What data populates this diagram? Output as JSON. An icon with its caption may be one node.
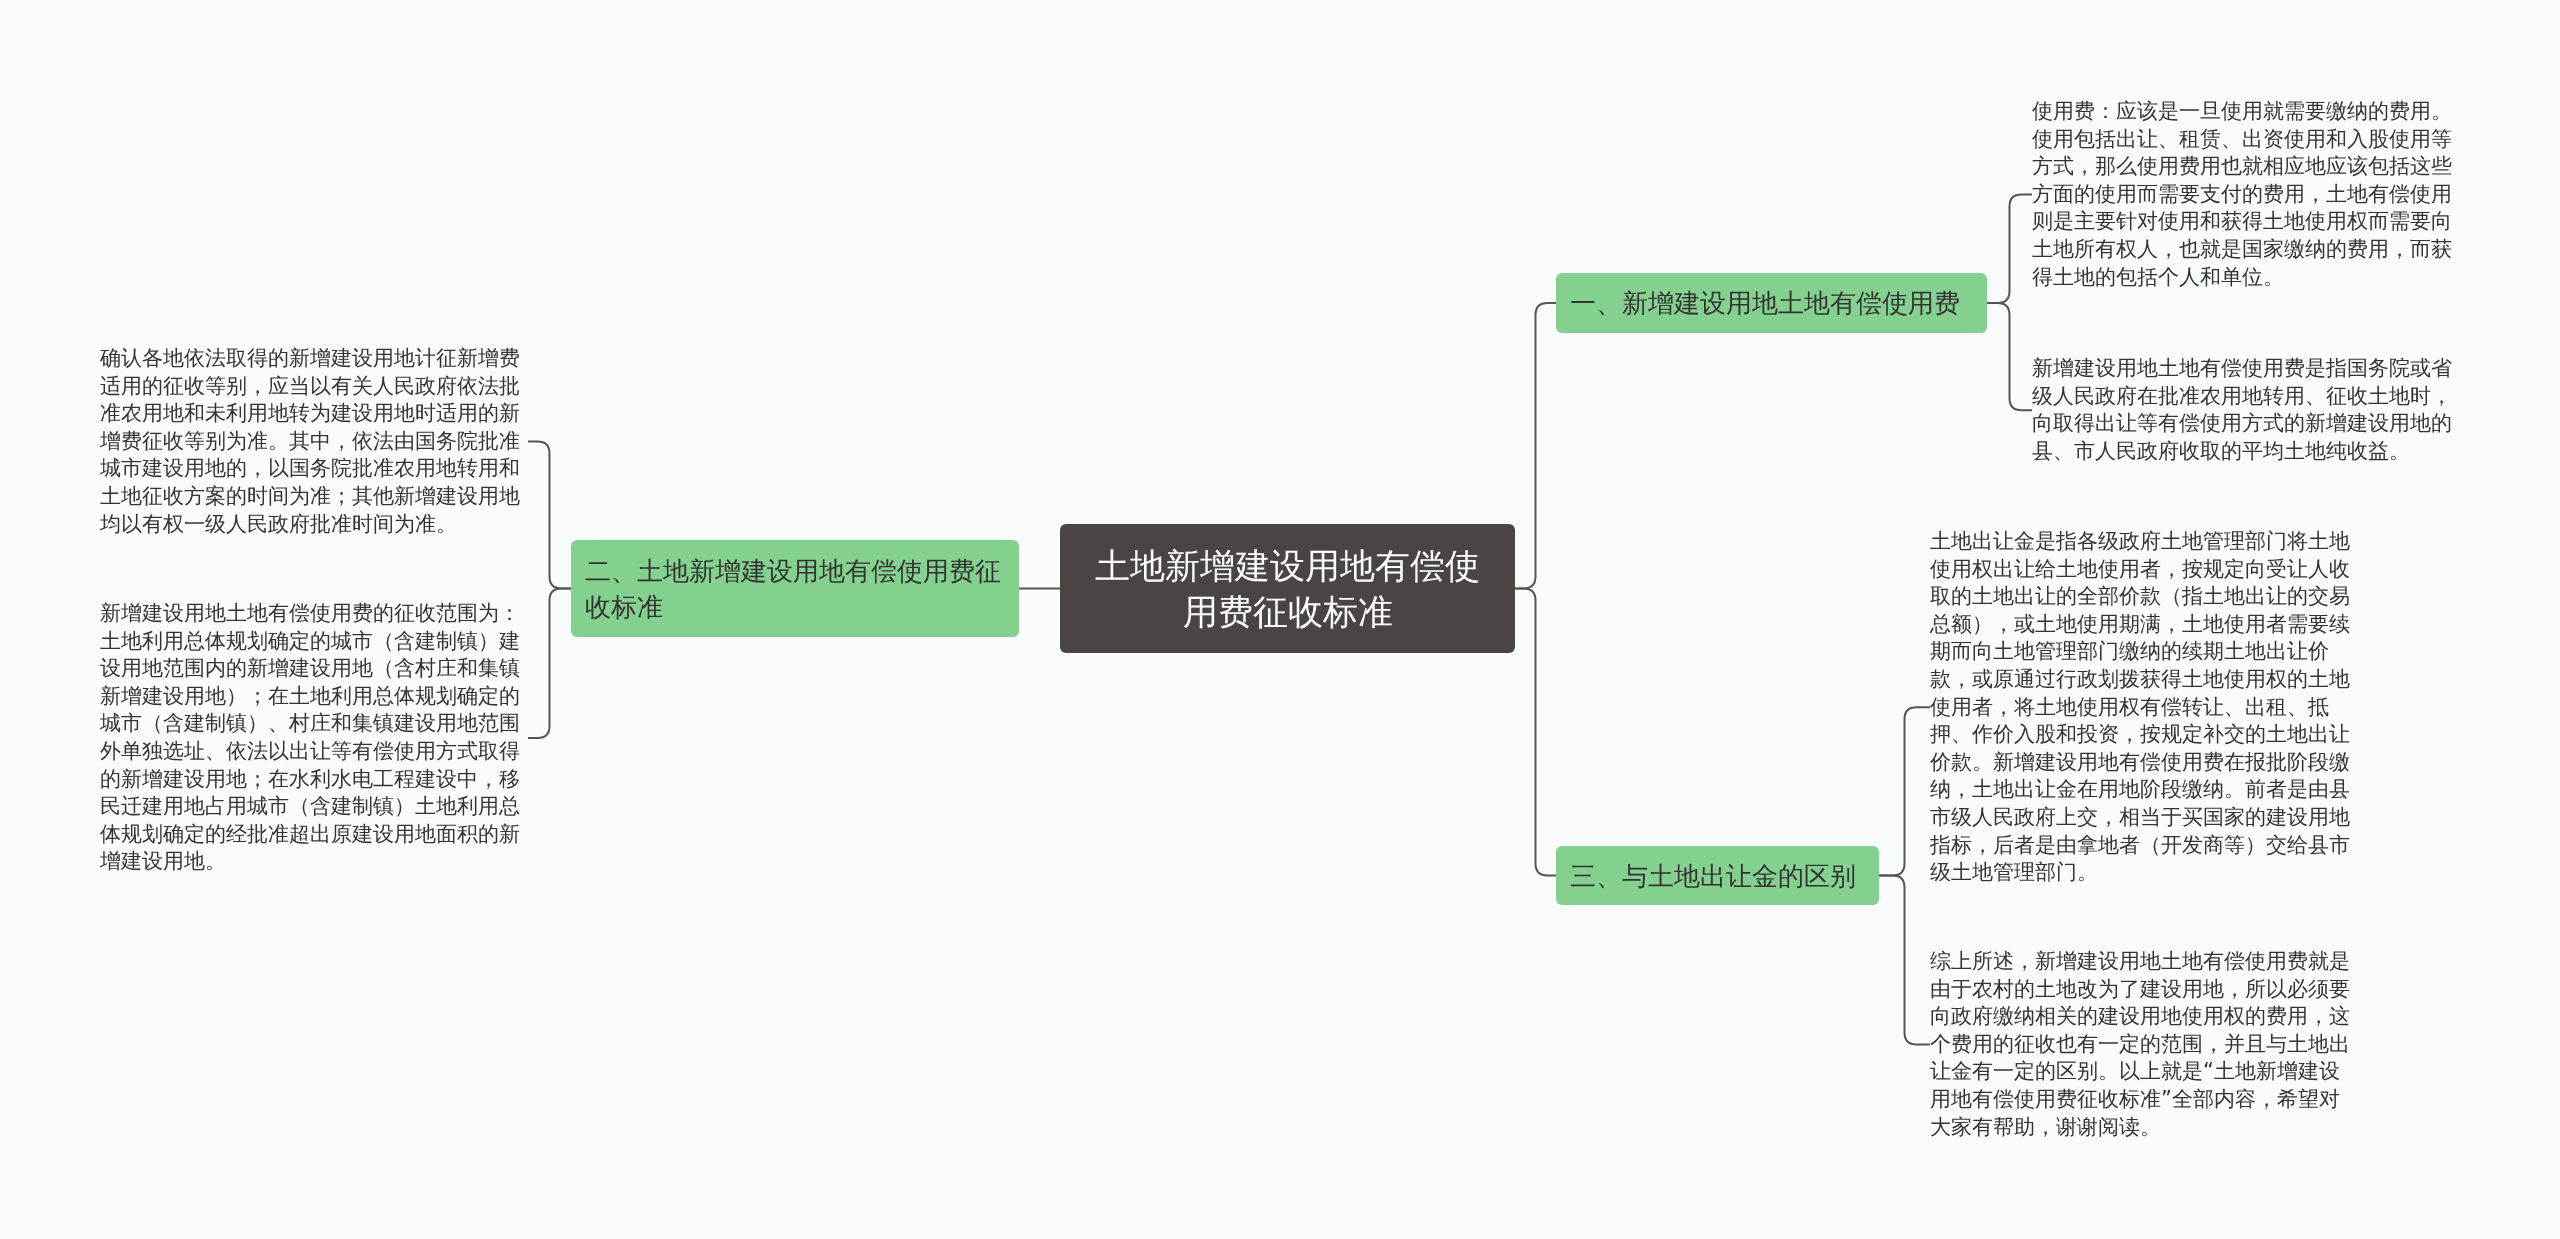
{
  "diagram": {
    "nodes": [
      {
        "text": [
          "土地新增建设用地有偿使用费征收标准"
        ]
      },
      {
        "text": [
          "一、新增建设用地土地有偿使用费"
        ]
      },
      {
        "text": [
          "使用费：应该是一旦使用就需要缴纳的费用。使用包括出让、租赁、出资使用和入股使用等方式，那么使用费用也就相应地应该包括这些方面的使用而需要支付的费用，土地有偿使用则是主要针对使用和获得土地使用权而需要向土地所有权人，也就是国家缴纳的费用，而获得土地的包括个人和单位。"
        ]
      },
      {
        "text": [
          "新增建设用地土地有偿使用费是指国务院或省级人民政府在批准农用地转用、征收土地时，向取得出让等有偿使用方式的新增建设用地的县、市人民政府收取的平均土地纯收益。"
        ]
      },
      {
        "text": [
          "二、土地新增建设用地有偿使用费征收标准"
        ]
      },
      {
        "text": [
          "确认各地依法取得的新增建设用地计征新增费适用的征收等别，应当以有关人民政府依法批准农用地和未利用地转为建设用地时适用的新增费征收等别为准。其中，依法由国务院批准城市建设用地的，以国务院批准农用地转用和土地征收方案的时间为准；其他新增建设用地均以有权一级人民政府批准时间为准。"
        ]
      },
      {
        "text": [
          "新增建设用地土地有偿使用费的征收范围为：土地利用总体规划确定的城市（含建制镇）建设用地范围内的新增建设用地（含村庄和集镇新增建设用地）；在土地利用总体规划确定的城市（含建制镇）、村庄和集镇建设用地范围外单独选址、依法以出让等有偿使用方式取得的新增建设用地；在水利水电工程建设中，移民迁建用地占用城市（含建制镇）土地利用总体规划确定的经批准超出原建设用地面积的新增建设用地。"
        ]
      },
      {
        "text": [
          "三、与土地出让金的区别"
        ]
      },
      {
        "text": [
          "土地出让金是指各级政府土地管理部门将土地使用权出让给土地使用者，按规定向受让人收取的土地出让的全部价款（指土地出让的交易总额），或土地使用期满，土地使用者需要续期而向土地管理部门缴纳的续期土地出让价款，或原通过行政划拨获得土地使用权的土地使用者，将土地使用权有偿转让、出租、抵押、作价入股和投资，按规定补交的土地出让价款。新增建设用地有偿使用费在报批阶段缴纳，土地出让金在用地阶段缴纳。前者是由县市级人民政府上交，相当于买国家的建设用地指标，后者是由拿地者（开发商等）交给县市级土地管理部门。"
        ]
      },
      {
        "text": [
          "综上所述，新增建设用地土地有偿使用费就是由于农村的土地改为了建设用地，所以必须要向政府缴纳相关的建设用地使用权的费用，这个费用的征收也有一定的范围，并且与土地出让金有一定的区别。以上就是“土地新增建设用地有偿使用费征收标准”全部内容，希望对大家有帮助，谢谢阅读。"
        ]
      }
    ],
    "edges": [
      {
        "from": 0,
        "to": 1,
        "arrow": "none"
      },
      {
        "from": 1,
        "to": 2,
        "arrow": "none"
      },
      {
        "from": 1,
        "to": 3,
        "arrow": "none"
      },
      {
        "from": 0,
        "to": 4,
        "arrow": "none"
      },
      {
        "from": 4,
        "to": 5,
        "arrow": "none"
      },
      {
        "from": 4,
        "to": 6,
        "arrow": "none"
      },
      {
        "from": 0,
        "to": 7,
        "arrow": "none"
      },
      {
        "from": 7,
        "to": 8,
        "arrow": "none"
      },
      {
        "from": 7,
        "to": 9,
        "arrow": "none"
      }
    ]
  }
}
